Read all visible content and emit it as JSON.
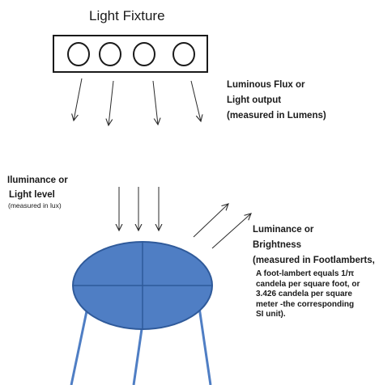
{
  "title": "Light Fixture",
  "flux": {
    "line1": "Luminous Flux or",
    "line2": "Light output",
    "line3": "(measured in Lumens)"
  },
  "illuminance": {
    "line1": "Iluminance or",
    "line2": "Light level",
    "line3": "(measured in lux)"
  },
  "luminance": {
    "line1": "Luminance or",
    "line2": "Brightness",
    "line3": "(measured in Footlamberts,",
    "line4": "A foot-lambert equals 1/π",
    "line5": "candela per square foot, or",
    "line6": "3.426 candela per square",
    "line7": "meter -the corresponding",
    "line8": "SI unit)."
  },
  "colors": {
    "table_fill": "#4f7ec4",
    "table_stroke": "#2f5a9a",
    "line": "#2a2a2a",
    "leg": "#4f7ec4"
  }
}
